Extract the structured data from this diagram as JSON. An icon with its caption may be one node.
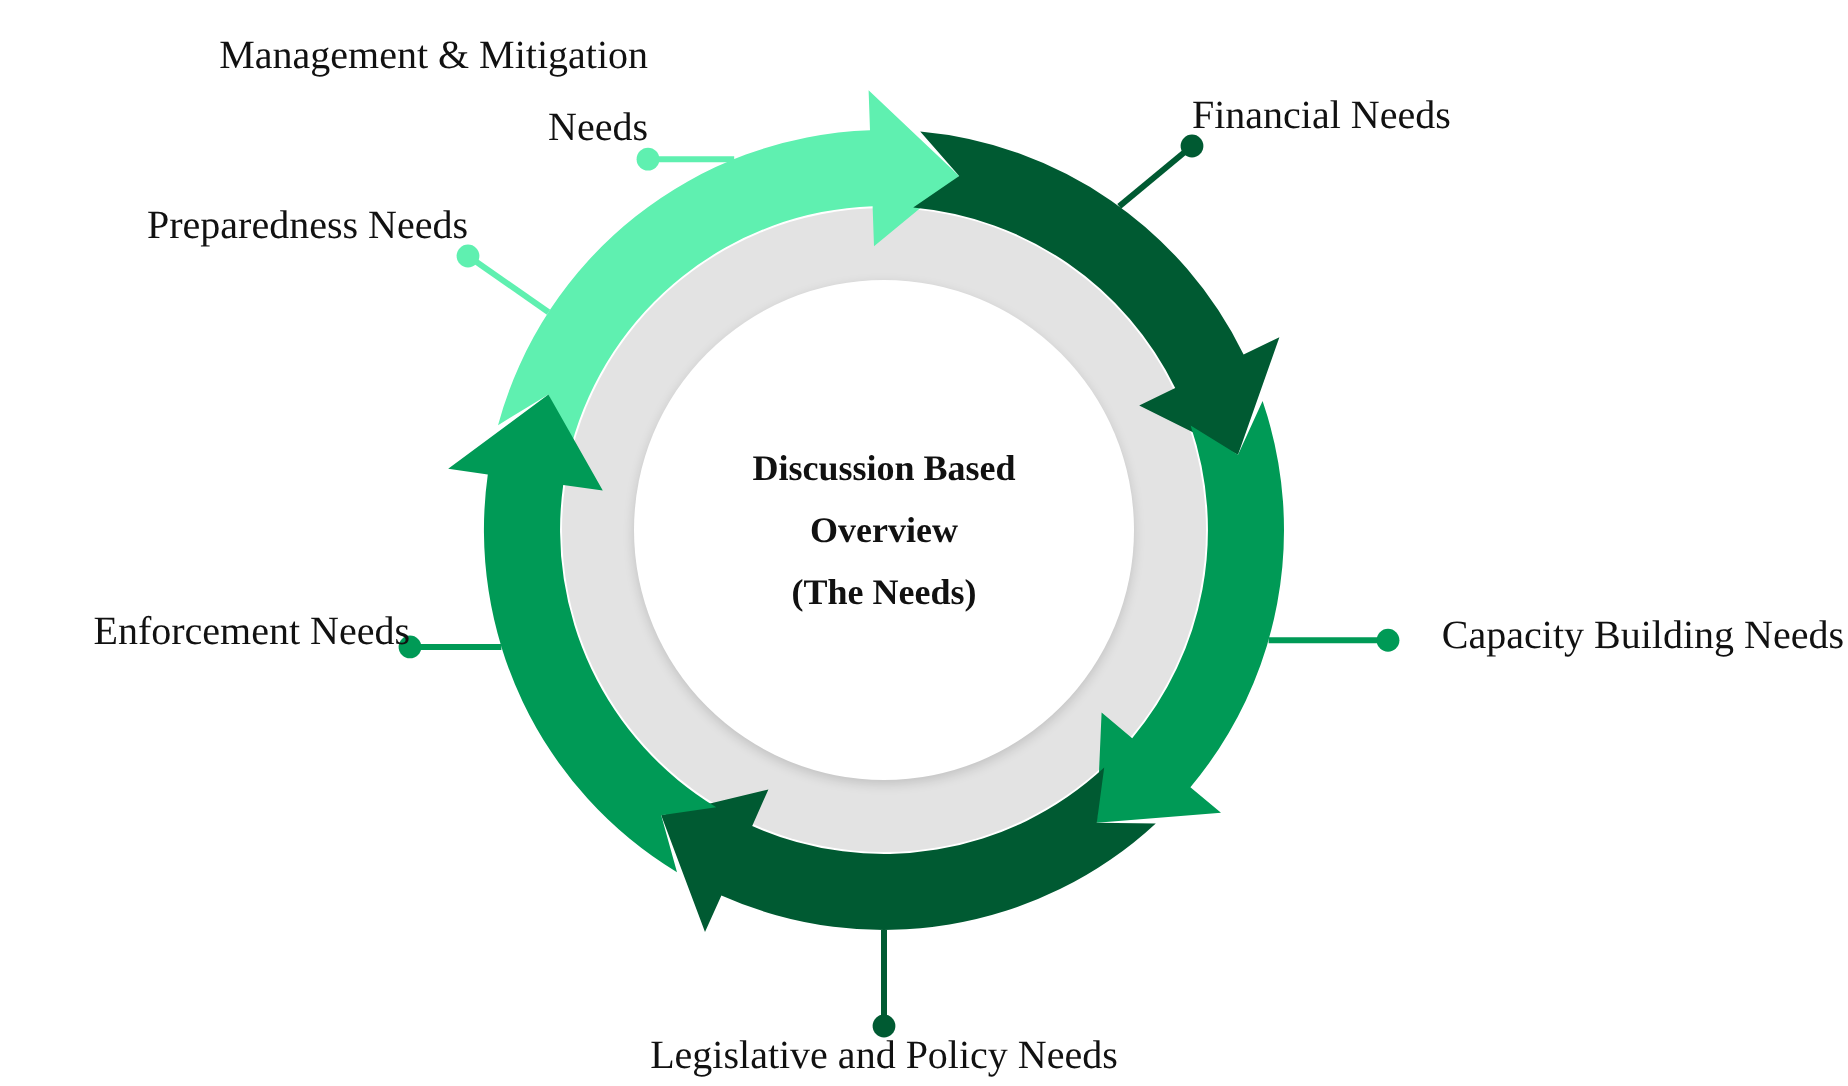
{
  "diagram": {
    "nodes": [
      {
        "text": [
          "Management & Mitigation Needs"
        ]
      },
      {
        "text": [
          "Financial Needs"
        ]
      },
      {
        "text": [
          "Preparedness Needs"
        ]
      },
      {
        "text": [
          "Discussion Based Overview",
          "(The Needs)"
        ]
      },
      {
        "text": [
          "Enforcement Needs"
        ]
      },
      {
        "text": [
          "Capacity Building Needs"
        ]
      },
      {
        "text": [
          "Legislative and Policy Needs"
        ]
      },
      {
        "text": [],
        "shape": "arrow"
      },
      {
        "text": [],
        "shape": "arrow"
      },
      {
        "text": [],
        "shape": "arrow"
      },
      {
        "text": [],
        "shape": "arrow"
      },
      {
        "text": [],
        "shape": "arrow"
      }
    ],
    "edges": [
      {
        "from": 0,
        "to": 7,
        "arrow": "other",
        "color": "#5ff0b0"
      },
      {
        "from": 2,
        "to": 7,
        "arrow": "other",
        "color": "#5ff0b0"
      },
      {
        "from": 1,
        "to": 8,
        "arrow": "other",
        "color": "#005a32"
      },
      {
        "from": 5,
        "to": 9,
        "arrow": "other",
        "color": "#009a56"
      },
      {
        "from": 6,
        "to": 10,
        "arrow": "other",
        "color": "#005a32"
      },
      {
        "from": 4,
        "to": 11,
        "arrow": "other",
        "color": "#009a56"
      }
    ]
  }
}
